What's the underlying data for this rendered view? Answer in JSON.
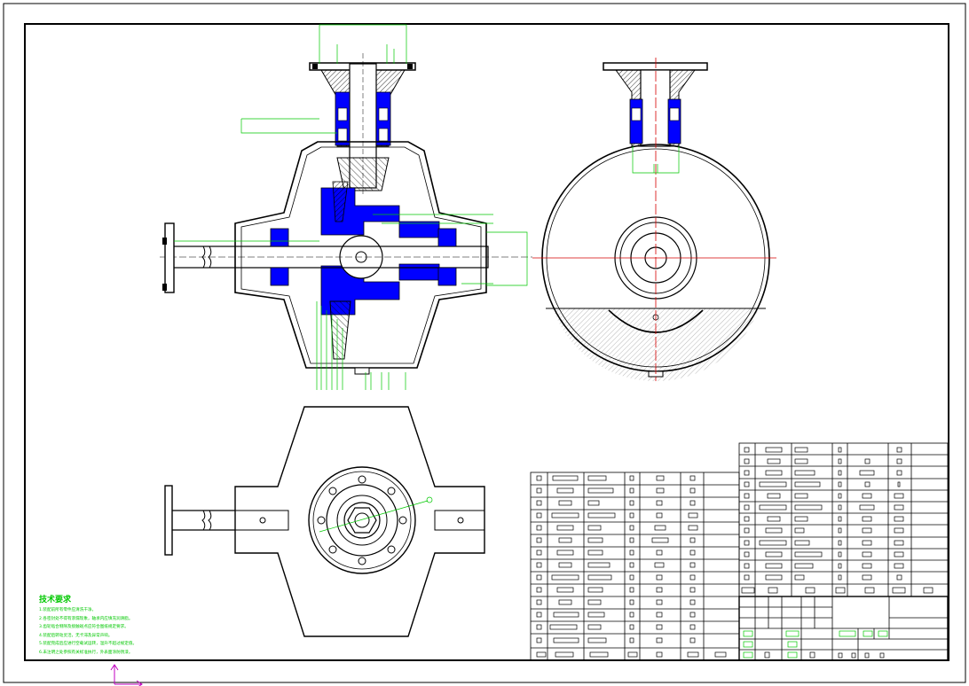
{
  "document": {
    "type": "engineering-assembly-drawing"
  },
  "technical_requirements": {
    "title": "技术要求",
    "lines": [
      "1.装配前所有零件应清洗干净。",
      "2.各密封处不得有渗漏现象，轴承内应填充润滑脂。",
      "3.齿轮啮合侧隙及接触斑点应符合图纸规定要求。",
      "4.装配后转动灵活，无卡滞及异常声响。",
      "5.装配完成后应进行空载试运转，温升不超过规定值。",
      "6.未注明之处参照有关标准执行，外表面涂防锈漆。"
    ]
  },
  "colors": {
    "outline": "#000000",
    "section_fill": "#0000ff",
    "leader_lines": "#00c800",
    "centerline": "#d40000",
    "hatch": "#000000",
    "ucs_icon": "#c000c0"
  },
  "icons": {
    "ucs": "ucs-axis-icon"
  }
}
